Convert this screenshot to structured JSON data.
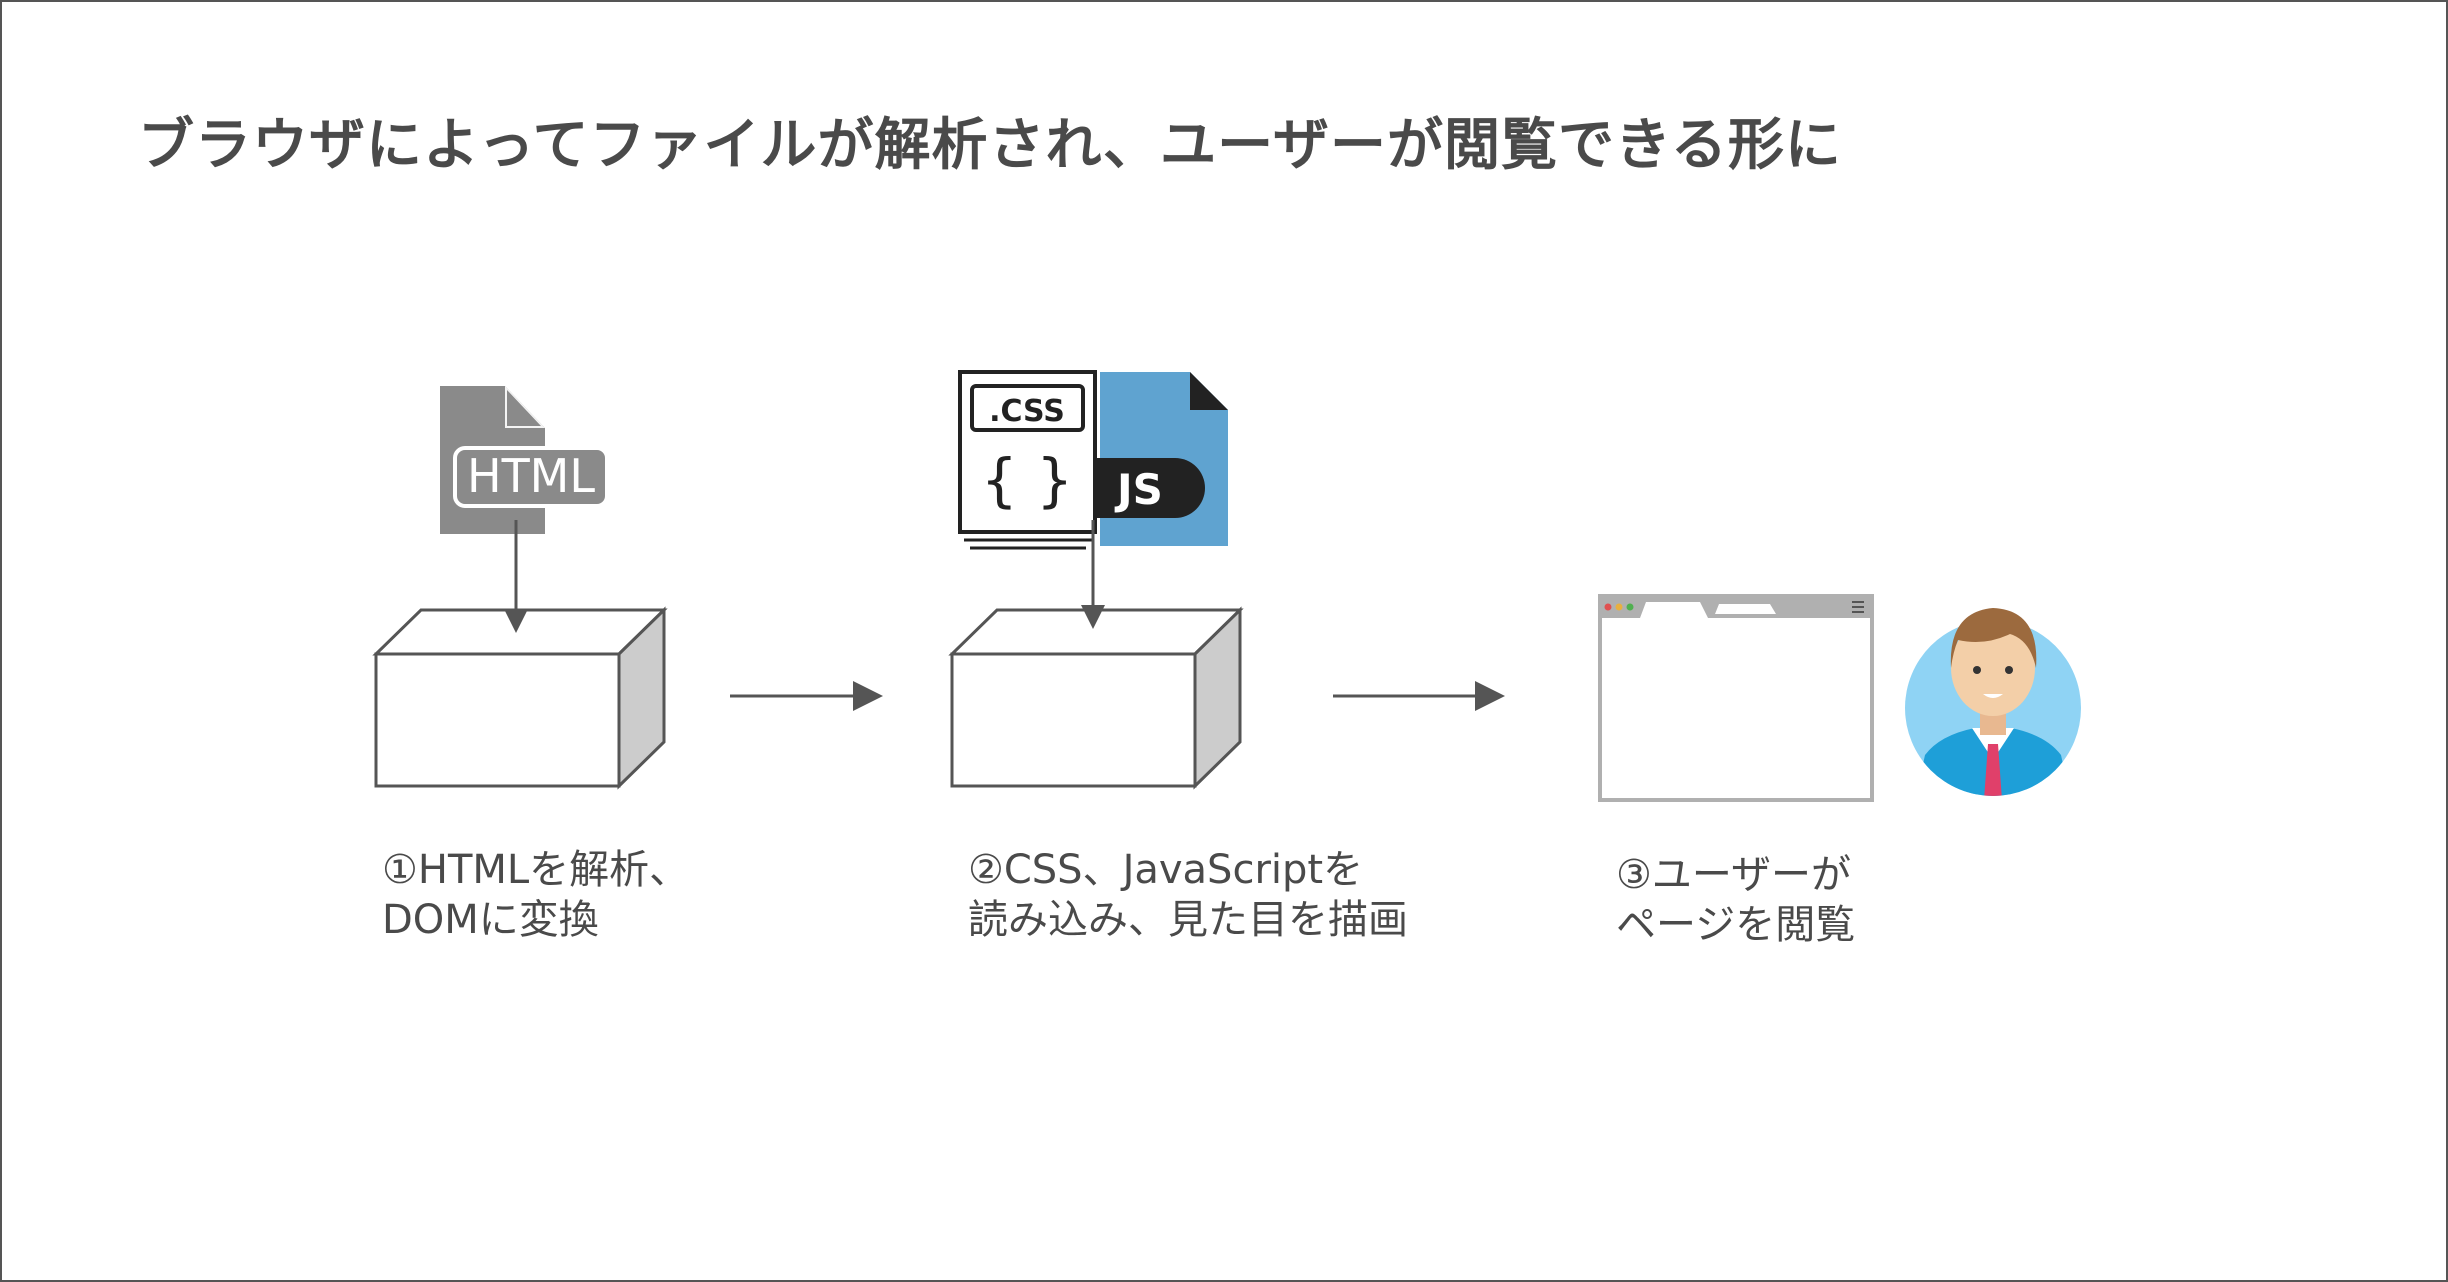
{
  "title": "ブラウザによってファイルが解析され、ユーザーが閲覧できる形に",
  "icons": {
    "html_file": {
      "name": "html-file-icon",
      "text": "HTML",
      "color": "#8a8a8a"
    },
    "css_file": {
      "name": "css-file-icon",
      "text": ".CSS",
      "braces": "{ }"
    },
    "js_file": {
      "name": "js-file-icon",
      "text": "JS",
      "color": "#5fa3d0"
    },
    "browser_window": {
      "name": "browser-window-icon"
    },
    "user_avatar": {
      "name": "user-avatar-icon",
      "background": "#8fd3f4"
    }
  },
  "steps": [
    {
      "line1": "①HTMLを解析、",
      "line2": "DOMに変換"
    },
    {
      "line1": "②CSS、JavaScriptを",
      "line2": "読み込み、見た目を描画"
    },
    {
      "line1": "③ユーザーが",
      "line2": "ページを閲覧"
    }
  ],
  "colors": {
    "box_stroke": "#555555",
    "box_side": "#cccccc",
    "arrow": "#555555"
  }
}
